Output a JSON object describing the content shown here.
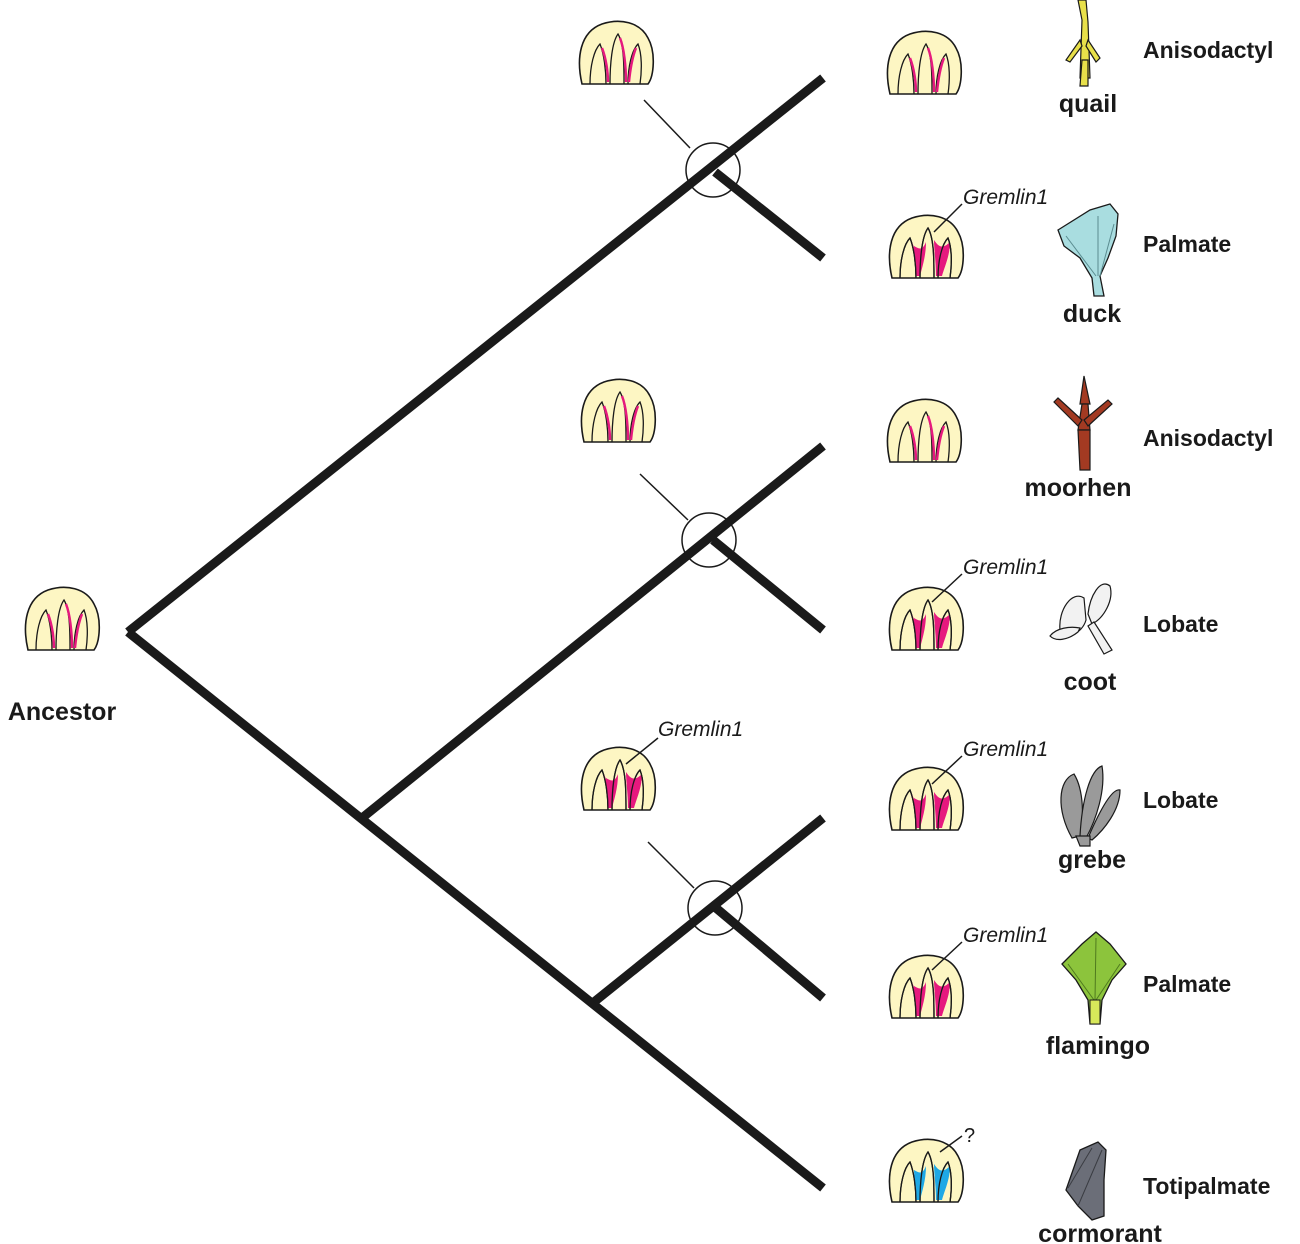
{
  "diagram": {
    "ancestor": {
      "label": "Ancestor",
      "icon": "limb-bud-icon"
    },
    "gene_label": "Gremlin1",
    "unknown_mark": "?",
    "colors": {
      "bud_fill": "#fdf6c3",
      "interdigit_line": "#e6197e",
      "gremlin_fill": "#e6197e",
      "unknown_fill": "#1ea8e6",
      "branch": "#1a1a1a"
    },
    "taxa": [
      {
        "species": "quail",
        "foot_type": "Anisodactyl",
        "gremlin": false,
        "foot_color": "#e8e04a",
        "foot_icon": "quail-foot-icon"
      },
      {
        "species": "duck",
        "foot_type": "Palmate",
        "gremlin": true,
        "foot_color": "#a9dde0",
        "foot_icon": "duck-foot-icon"
      },
      {
        "species": "moorhen",
        "foot_type": "Anisodactyl",
        "gremlin": false,
        "foot_color": "#a33a22",
        "foot_icon": "moorhen-foot-icon"
      },
      {
        "species": "coot",
        "foot_type": "Lobate",
        "gremlin": true,
        "foot_color": "#f2f2f2",
        "foot_icon": "coot-foot-icon"
      },
      {
        "species": "grebe",
        "foot_type": "Lobate",
        "gremlin": true,
        "foot_color": "#9a9a9a",
        "foot_icon": "grebe-foot-icon"
      },
      {
        "species": "flamingo",
        "foot_type": "Palmate",
        "gremlin": true,
        "foot_color": "#8cc43c",
        "foot_icon": "flamingo-foot-icon"
      },
      {
        "species": "cormorant",
        "foot_type": "Totipalmate",
        "gremlin": "unknown",
        "foot_color": "#6b6e78",
        "foot_icon": "cormorant-foot-icon"
      }
    ],
    "internal_nodes": [
      {
        "name": "quail-duck-node",
        "gremlin": false
      },
      {
        "name": "moorhen-coot-node",
        "gremlin": false
      },
      {
        "name": "grebe-flamingo-node",
        "gremlin": true
      }
    ]
  }
}
